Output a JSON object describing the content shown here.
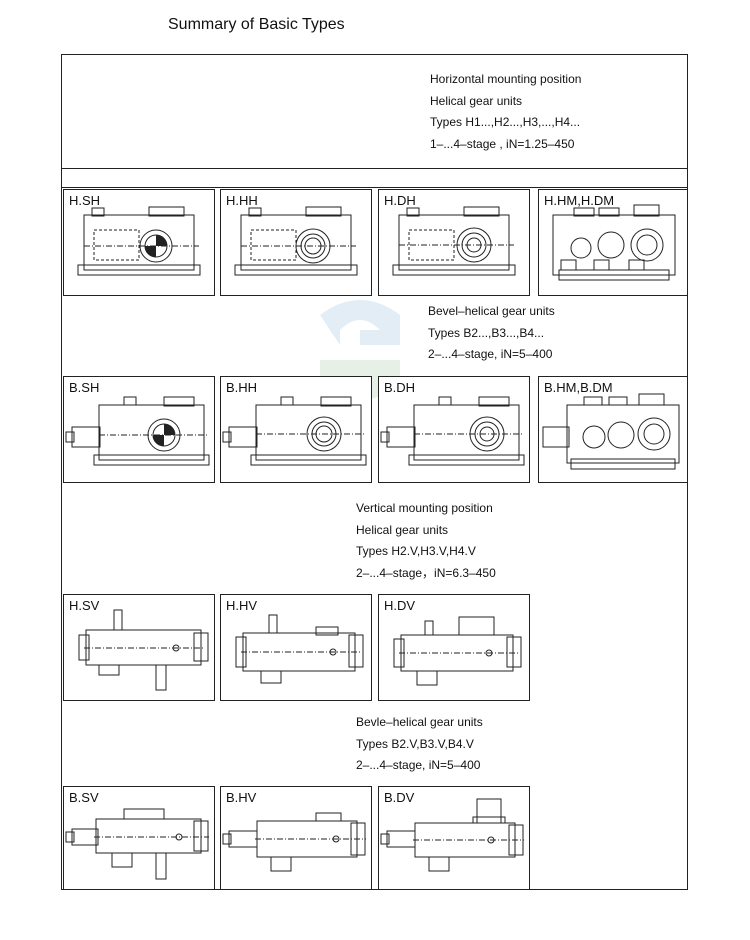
{
  "page": {
    "title": "Summary of Basic Types"
  },
  "sections": [
    {
      "id": "horizontal-helical",
      "lines": [
        "Horizontal mounting position",
        "Helical gear units",
        "Types  H1...,H2...,H3,...,H4...",
        "1–...4–stage ,  iN=1.25–450"
      ],
      "cells": [
        {
          "label": "H.SH",
          "drawing": "horizontal-hollow-solid-shaft"
        },
        {
          "label": "H.HH",
          "drawing": "horizontal-hollow-shaft"
        },
        {
          "label": "H.DH",
          "drawing": "horizontal-shrink-disc"
        },
        {
          "label": "H.HM,H.DM",
          "drawing": "horizontal-multi-stage"
        }
      ]
    },
    {
      "id": "horizontal-bevel-helical",
      "lines": [
        "Bevel–helical gear units",
        "Types  B2...,B3...,B4...",
        "2–...4–stage,   iN=5–400"
      ],
      "cells": [
        {
          "label": "B.SH",
          "drawing": "bevel-solid-shaft"
        },
        {
          "label": "B.HH",
          "drawing": "bevel-hollow-shaft"
        },
        {
          "label": "B.DH",
          "drawing": "bevel-shrink-disc"
        },
        {
          "label": "B.HM,B.DM",
          "drawing": "bevel-multi-stage"
        }
      ]
    },
    {
      "id": "vertical-helical",
      "lines": [
        "Vertical mounting position",
        "Helical gear units",
        "Types  H2.V,H3.V,H4.V",
        "2–...4–stage，iN=6.3–450"
      ],
      "cells": [
        {
          "label": "H.SV",
          "drawing": "vertical-solid-shaft"
        },
        {
          "label": "H.HV",
          "drawing": "vertical-hollow-shaft"
        },
        {
          "label": "H.DV",
          "drawing": "vertical-shrink-disc"
        }
      ]
    },
    {
      "id": "vertical-bevel-helical",
      "lines": [
        "Bevle–helical gear units",
        "Types  B2.V,B3.V,B4.V",
        "2–...4–stage,   iN=5–400"
      ],
      "cells": [
        {
          "label": "B.SV",
          "drawing": "vertical-bevel-solid-shaft"
        },
        {
          "label": "B.HV",
          "drawing": "vertical-bevel-hollow-shaft"
        },
        {
          "label": "B.DV",
          "drawing": "vertical-bevel-shrink-disc"
        }
      ]
    }
  ],
  "colors": {
    "line": "#222222",
    "watermark": "#dbe7f1"
  }
}
